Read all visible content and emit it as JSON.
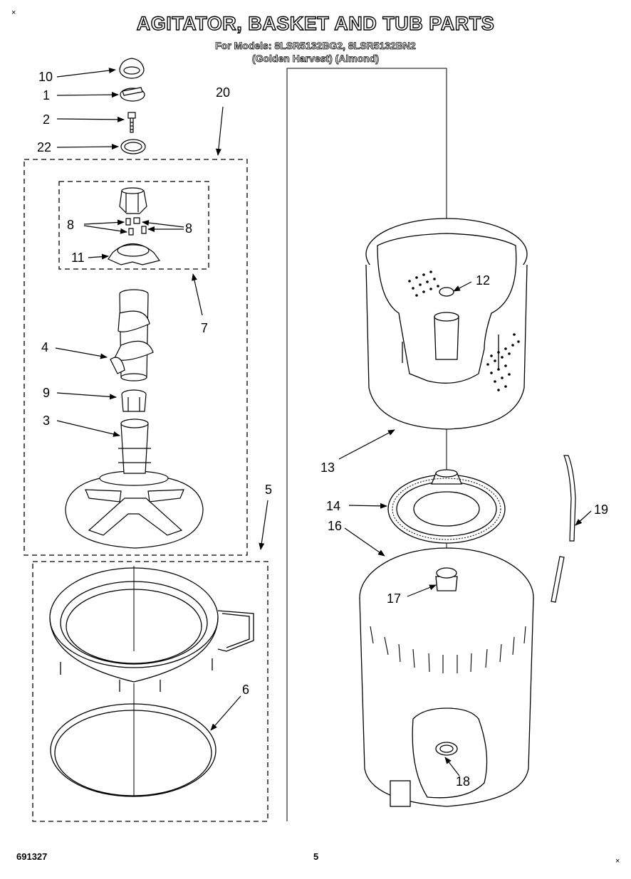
{
  "header": {
    "title": "AGITATOR, BASKET AND TUB PARTS",
    "models_line": "For Models: 8LSR5132BG2, 8LSR5132BN2",
    "colors_line": "(Golden Harvest) (Almond)"
  },
  "callouts": [
    "10",
    "1",
    "2",
    "22",
    "20",
    "8",
    "8",
    "11",
    "7",
    "4",
    "9",
    "3",
    "5",
    "6",
    "12",
    "13",
    "14",
    "16",
    "17",
    "18",
    "19"
  ],
  "footer": {
    "doc_number": "691327",
    "page_number": "5"
  },
  "marks": {
    "top_left": "×",
    "bottom_right": "×"
  }
}
